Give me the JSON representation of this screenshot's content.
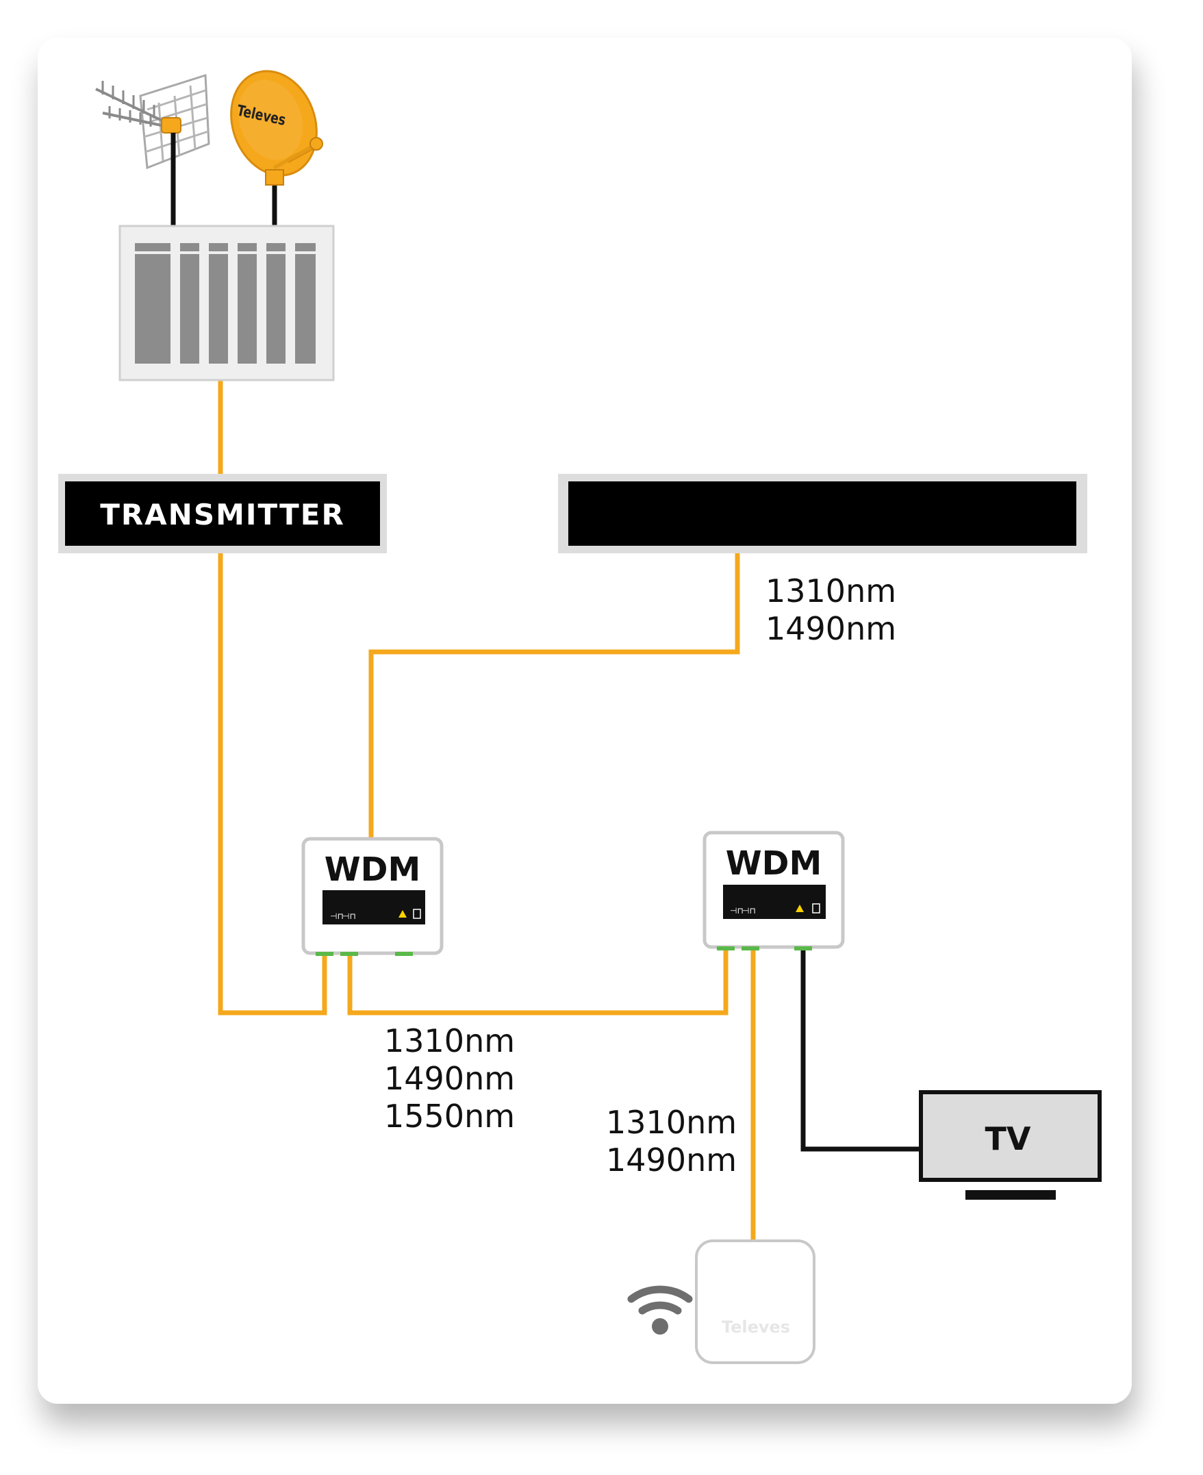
{
  "transmitter": {
    "label": "TRANSMITTER"
  },
  "olt": {
    "label": ""
  },
  "wdm_left": {
    "label": "WDM"
  },
  "wdm_right": {
    "label": "WDM"
  },
  "tv": {
    "label": "TV"
  },
  "brand": {
    "dish": "Televes",
    "ont": "Televes"
  },
  "wavelengths": {
    "olt_link": [
      "1310nm",
      "1490nm"
    ],
    "wdm_link": [
      "1310nm",
      "1490nm",
      "1550nm"
    ],
    "ont_link": [
      "1310nm",
      "1490nm"
    ]
  },
  "colors": {
    "fiber": "#F5A81C",
    "coax": "#111111",
    "panel_bg": "#FFFFFF",
    "device_border": "#CCCCCC",
    "headend_module": "#8C8C8C",
    "wifi_icon": "#6E6E6E"
  }
}
